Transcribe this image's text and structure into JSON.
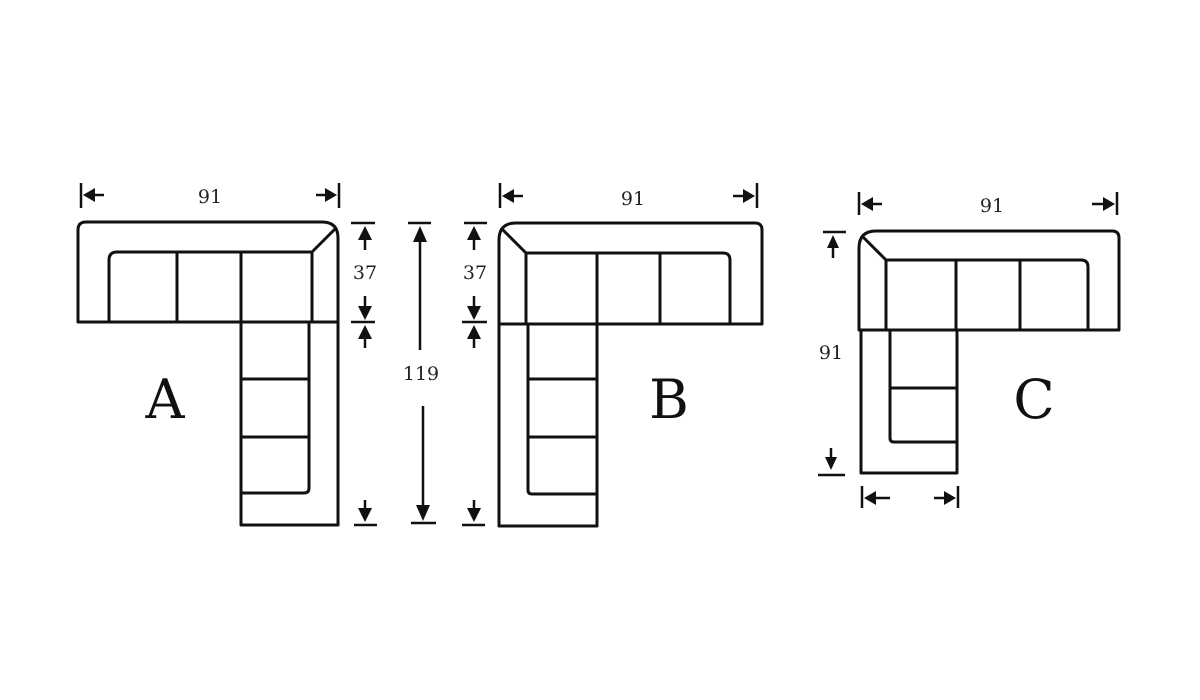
{
  "diagram": {
    "title": "",
    "line_color": "#111111",
    "background": "#ffffff",
    "configurations": [
      {
        "label": "A",
        "width_label": "91",
        "back_depth_label": "37",
        "total_depth_label": "119",
        "chaise_side": "right",
        "top_seats": 3,
        "chaise_seats": 3
      },
      {
        "label": "B",
        "width_label": "91",
        "back_depth_label": "37",
        "total_depth_label": "119",
        "chaise_side": "left",
        "top_seats": 3,
        "chaise_seats": 3
      },
      {
        "label": "C",
        "width_label": "91",
        "total_depth_label": "91",
        "chaise_width_label": "",
        "chaise_side": "left",
        "top_seats": 3,
        "chaise_seats": 2
      }
    ]
  }
}
